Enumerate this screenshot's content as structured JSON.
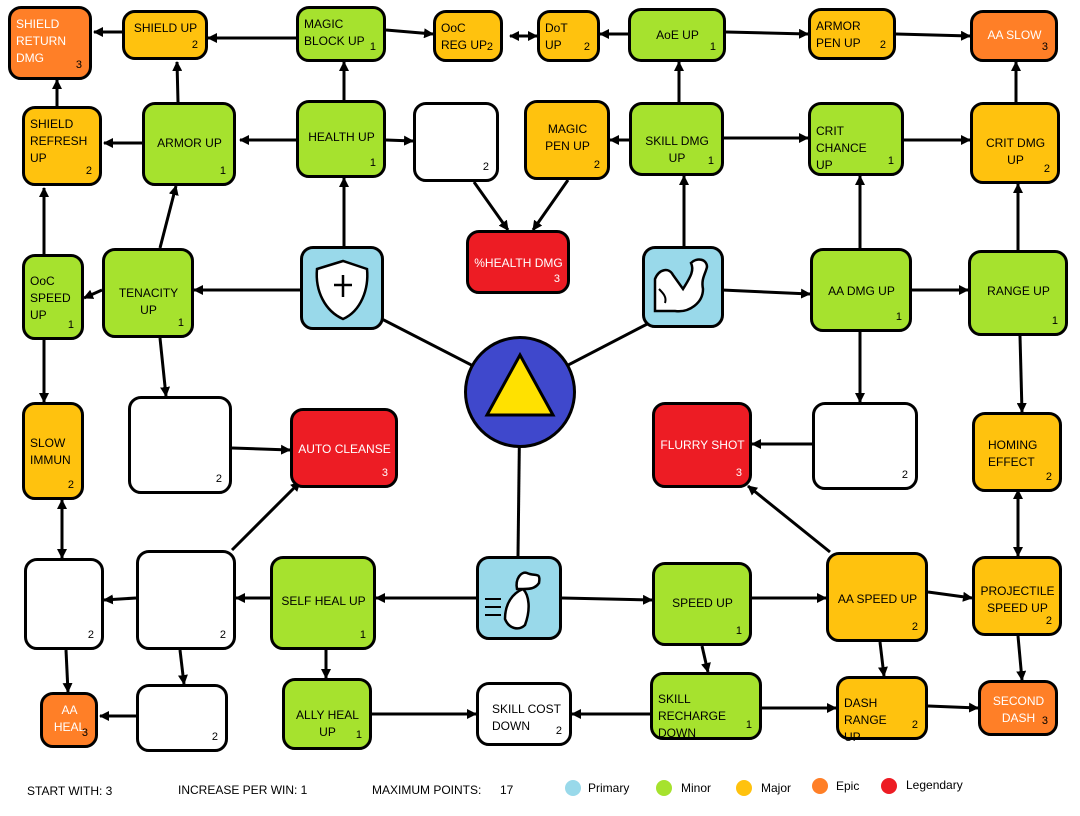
{
  "nodes": {
    "shield_return_dmg": {
      "label": "SHIELD\nRETURN\nDMG",
      "points": "3"
    },
    "shield_up": {
      "label": "SHIELD UP",
      "points": "2"
    },
    "magic_block_up": {
      "label": "MAGIC\nBLOCK UP",
      "points": "1"
    },
    "ooc_reg_up": {
      "label": "OoC\nREG UP",
      "points": "2"
    },
    "dot_up": {
      "label": "DoT\nUP",
      "points": "2"
    },
    "aoe_up": {
      "label": "AoE UP",
      "points": "1"
    },
    "armor_pen_up": {
      "label": "ARMOR\nPEN UP",
      "points": "2"
    },
    "aa_slow": {
      "label": "AA SLOW",
      "points": "3"
    },
    "shield_refresh_up": {
      "label": "SHIELD\nREFRESH\nUP",
      "points": "2"
    },
    "armor_up": {
      "label": "ARMOR UP",
      "points": "1"
    },
    "health_up": {
      "label": "HEALTH UP",
      "points": "1"
    },
    "empty_top": {
      "label": "",
      "points": "2"
    },
    "magic_pen_up": {
      "label": "MAGIC\nPEN UP",
      "points": "2"
    },
    "skill_dmg_up": {
      "label": "SKILL DMG UP",
      "points": "1"
    },
    "crit_chance_up": {
      "label": "CRIT CHANCE\nUP",
      "points": "1"
    },
    "crit_dmg_up": {
      "label": "CRIT DMG UP",
      "points": "2"
    },
    "health_dmg": {
      "label": "%HEALTH DMG",
      "points": "3"
    },
    "ooc_speed_up": {
      "label": "OoC\nSPEED\nUP",
      "points": "1"
    },
    "tenacity_up": {
      "label": "TENACITY UP",
      "points": "1"
    },
    "aa_dmg_up": {
      "label": "AA DMG UP",
      "points": "1"
    },
    "range_up": {
      "label": "RANGE UP",
      "points": "1"
    },
    "slow_immun": {
      "label": "SLOW\nIMMUN",
      "points": "2"
    },
    "empty_left_mid": {
      "label": "",
      "points": "2"
    },
    "auto_cleanse": {
      "label": "AUTO CLEANSE",
      "points": "3"
    },
    "flurry_shot": {
      "label": "FLURRY SHOT",
      "points": "3"
    },
    "empty_right_mid": {
      "label": "",
      "points": "2"
    },
    "homing_effect": {
      "label": "HOMING\nEFFECT",
      "points": "2"
    },
    "empty_left_low": {
      "label": "",
      "points": "2"
    },
    "empty_left_low2": {
      "label": "",
      "points": "2"
    },
    "self_heal_up": {
      "label": "SELF HEAL UP",
      "points": "1"
    },
    "speed_up": {
      "label": "SPEED UP",
      "points": "1"
    },
    "aa_speed_up": {
      "label": "AA SPEED UP",
      "points": "2"
    },
    "projectile_speed_up": {
      "label": "PROJECTILE\nSPEED UP",
      "points": "2"
    },
    "aa_heal": {
      "label": "AA\nHEAL",
      "points": "3"
    },
    "empty_bottom": {
      "label": "",
      "points": "2"
    },
    "ally_heal_up": {
      "label": "ALLY HEAL UP",
      "points": "1"
    },
    "skill_cost_down": {
      "label": "SKILL COST\nDOWN",
      "points": "2"
    },
    "skill_recharge_down": {
      "label": "SKILL RECHARGE\nDOWN",
      "points": "1"
    },
    "dash_range_up": {
      "label": "DASH RANGE\nUP",
      "points": "2"
    },
    "second_dash": {
      "label": "SECOND\nDASH",
      "points": "3"
    }
  },
  "footer": {
    "start_with": "START WITH: 3",
    "increase_per_win": "INCREASE PER WIN: 1",
    "maximum_points_label": "MAXIMUM POINTS:",
    "maximum_points_value": "17"
  },
  "legend": [
    {
      "label": "Primary",
      "color": "#99d9ea"
    },
    {
      "label": "Minor",
      "color": "#a6e22e"
    },
    {
      "label": "Major",
      "color": "#ffc20e"
    },
    {
      "label": "Epic",
      "color": "#ff7f27"
    },
    {
      "label": "Legendary",
      "color": "#ed1c24"
    }
  ],
  "icons": {
    "center": "yellow-triangle-icon",
    "defense": "cross-shield-icon",
    "offense": "flexed-arm-icon",
    "mobility": "winged-dash-icon"
  }
}
